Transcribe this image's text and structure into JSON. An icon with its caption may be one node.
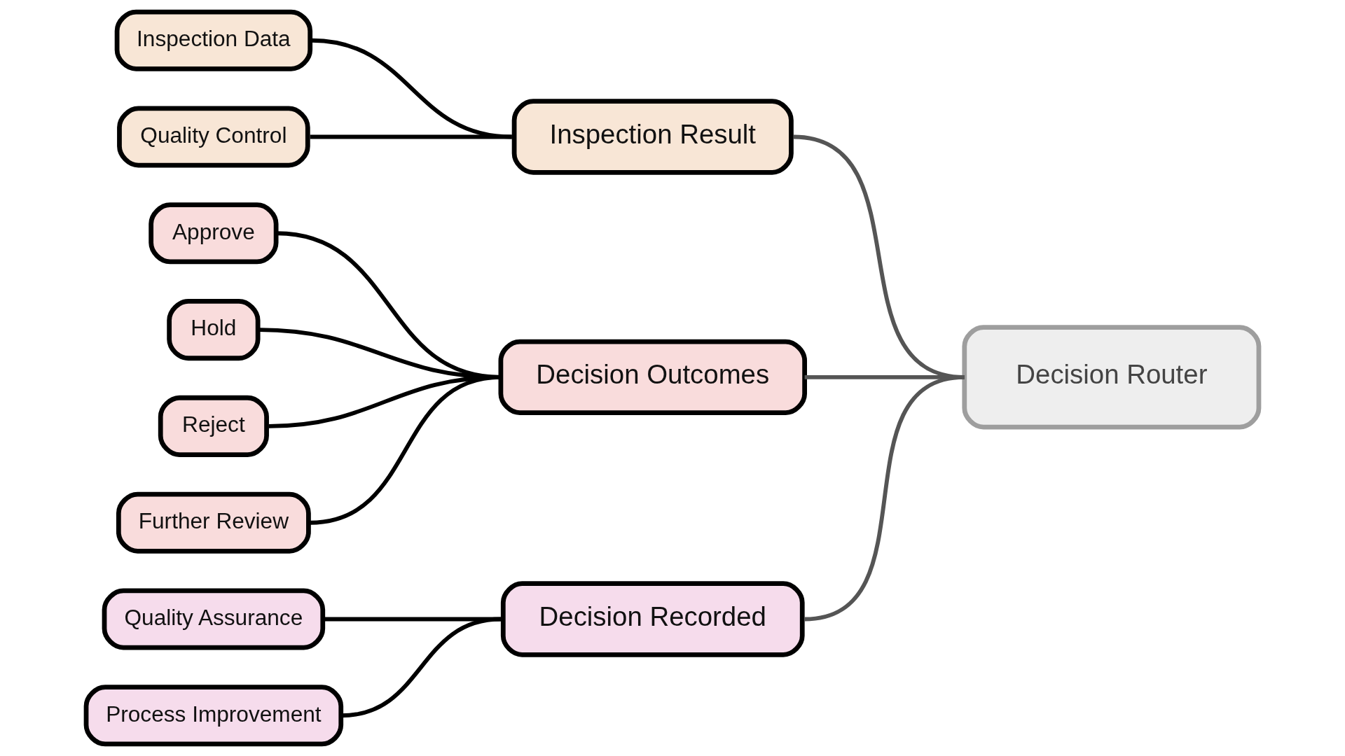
{
  "diagram": {
    "nodes": [
      {
        "text": [
          "Decision Router"
        ]
      },
      {
        "text": [
          "Inspection Result"
        ]
      },
      {
        "text": [
          "Inspection Data"
        ]
      },
      {
        "text": [
          "Quality Control"
        ]
      },
      {
        "text": [
          "Decision Outcomes"
        ]
      },
      {
        "text": [
          "Approve"
        ]
      },
      {
        "text": [
          "Hold"
        ]
      },
      {
        "text": [
          "Reject"
        ]
      },
      {
        "text": [
          "Further Review"
        ]
      },
      {
        "text": [
          "Decision Recorded"
        ]
      },
      {
        "text": [
          "Quality Assurance"
        ]
      },
      {
        "text": [
          "Process Improvement"
        ]
      }
    ],
    "edges": [
      {
        "from": 0,
        "to": 1,
        "arrow": "none",
        "color": "#555555"
      },
      {
        "from": 1,
        "to": 2,
        "arrow": "none"
      },
      {
        "from": 1,
        "to": 3,
        "arrow": "none"
      },
      {
        "from": 0,
        "to": 4,
        "arrow": "none",
        "color": "#555555"
      },
      {
        "from": 4,
        "to": 5,
        "arrow": "none"
      },
      {
        "from": 4,
        "to": 6,
        "arrow": "none"
      },
      {
        "from": 4,
        "to": 7,
        "arrow": "none"
      },
      {
        "from": 4,
        "to": 8,
        "arrow": "none"
      },
      {
        "from": 0,
        "to": 9,
        "arrow": "none",
        "color": "#555555"
      },
      {
        "from": 9,
        "to": 10,
        "arrow": "none"
      },
      {
        "from": 9,
        "to": 11,
        "arrow": "none"
      }
    ]
  }
}
